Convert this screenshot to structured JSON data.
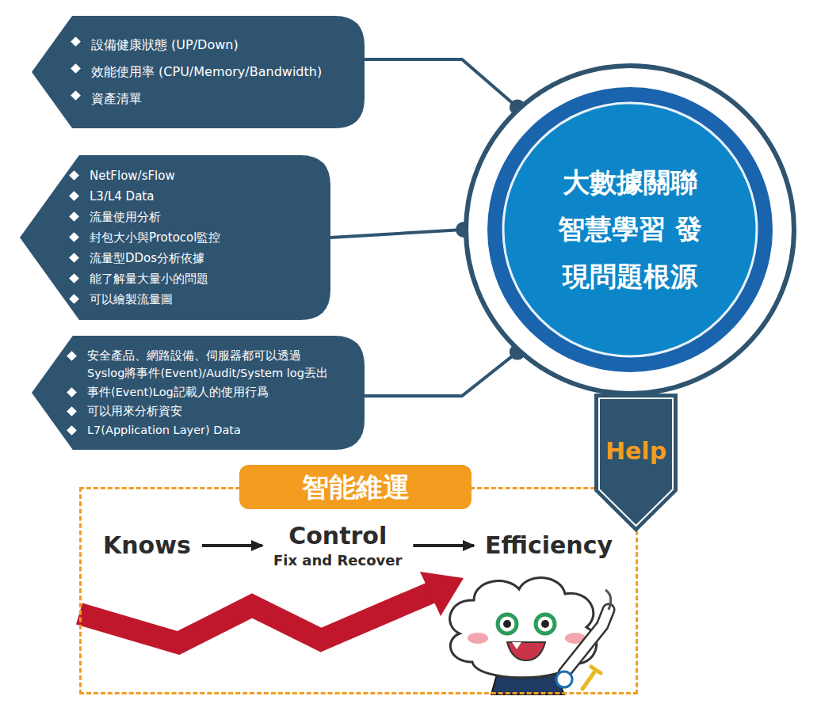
{
  "diagram": {
    "nodes": [
      {
        "text": [
          "設備健康狀態 (UP/Down)",
          "效能使用率 (CPU/Memory/Bandwidth)",
          "資產清單"
        ]
      },
      {
        "text": [
          "NetFlow/sFlow",
          "L3/L4 Data",
          "流量使用分析",
          "封包大小與Protocol監控",
          "流量型DDos分析依據",
          "能了解量大量小的問題",
          "可以繪製流量圖"
        ]
      },
      {
        "text": [
          "安全產品、網路設備、伺服器都可以透過 Syslog將事件(Event)/Audit/System log丟出",
          "事件(Event)Log記載人的使用行爲",
          "可以用來分析資安",
          "L7(Application Layer) Data"
        ]
      },
      {
        "text": [
          "大數據關聯 智慧學習 發現問題根源"
        ]
      },
      {
        "text": [
          "Help"
        ]
      },
      {
        "text": [
          "智能維運"
        ]
      },
      {
        "text": [
          "Knows"
        ],
        "in": 5
      },
      {
        "text": [
          "Control",
          "Fix and Recover"
        ],
        "in": 5
      },
      {
        "text": [
          "Efficiency"
        ],
        "in": 5
      }
    ],
    "edges": [
      {
        "from": 0,
        "to": 3,
        "arrow": "none"
      },
      {
        "from": 1,
        "to": 3,
        "arrow": "none"
      },
      {
        "from": 2,
        "to": 3,
        "arrow": "none"
      },
      {
        "from": 6,
        "to": 7,
        "arrow": "to"
      },
      {
        "from": 7,
        "to": 8,
        "arrow": "to"
      }
    ]
  }
}
